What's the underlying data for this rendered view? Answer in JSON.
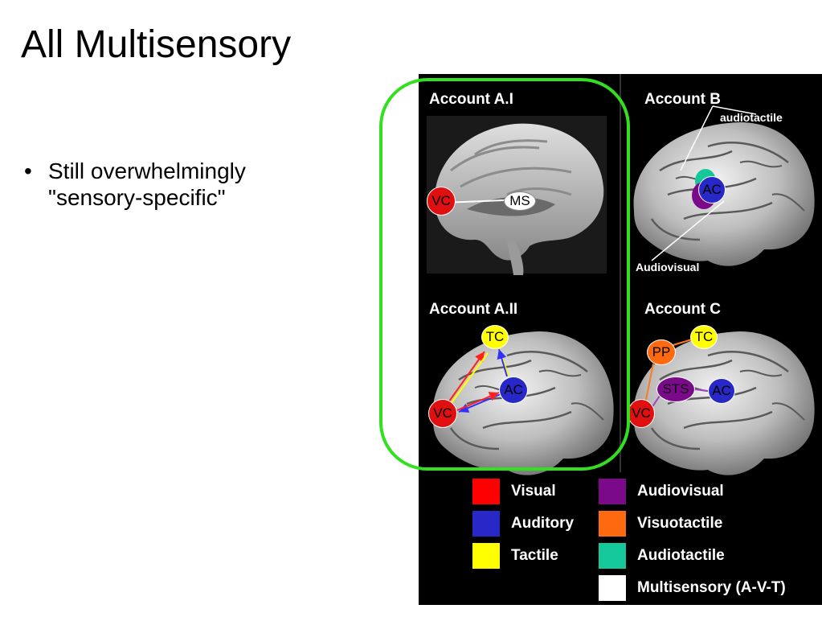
{
  "slide": {
    "title": "All Multisensory",
    "bullets": [
      "Still overwhelmingly \"sensory-specific\""
    ]
  },
  "figure": {
    "panels": {
      "a1": {
        "title": "Account A.I",
        "regions": {
          "vc": "VC",
          "ms": "MS"
        }
      },
      "b": {
        "title": "Account B",
        "regions": {
          "ac": "AC"
        },
        "labels": {
          "audiotactile": "audiotactile",
          "audiovisual": "Audiovisual"
        }
      },
      "a2": {
        "title": "Account A.II",
        "regions": {
          "tc": "TC",
          "ac": "AC",
          "vc": "VC"
        }
      },
      "c": {
        "title": "Account C",
        "regions": {
          "pp": "PP",
          "tc": "TC",
          "sts": "STS",
          "ac": "AC",
          "vc": "VC"
        }
      }
    },
    "legend": [
      {
        "label": "Visual",
        "color": "#ff0000"
      },
      {
        "label": "Auditory",
        "color": "#2828c8"
      },
      {
        "label": "Tactile",
        "color": "#ffff00"
      },
      {
        "label": "Audiovisual",
        "color": "#7a0a8a"
      },
      {
        "label": "Visuotactile",
        "color": "#ff6a10"
      },
      {
        "label": "Audiotactile",
        "color": "#14c89a"
      },
      {
        "label": "Multisensory (A-V-T)",
        "color": "#ffffff"
      }
    ],
    "highlight_color": "#33e01f"
  }
}
